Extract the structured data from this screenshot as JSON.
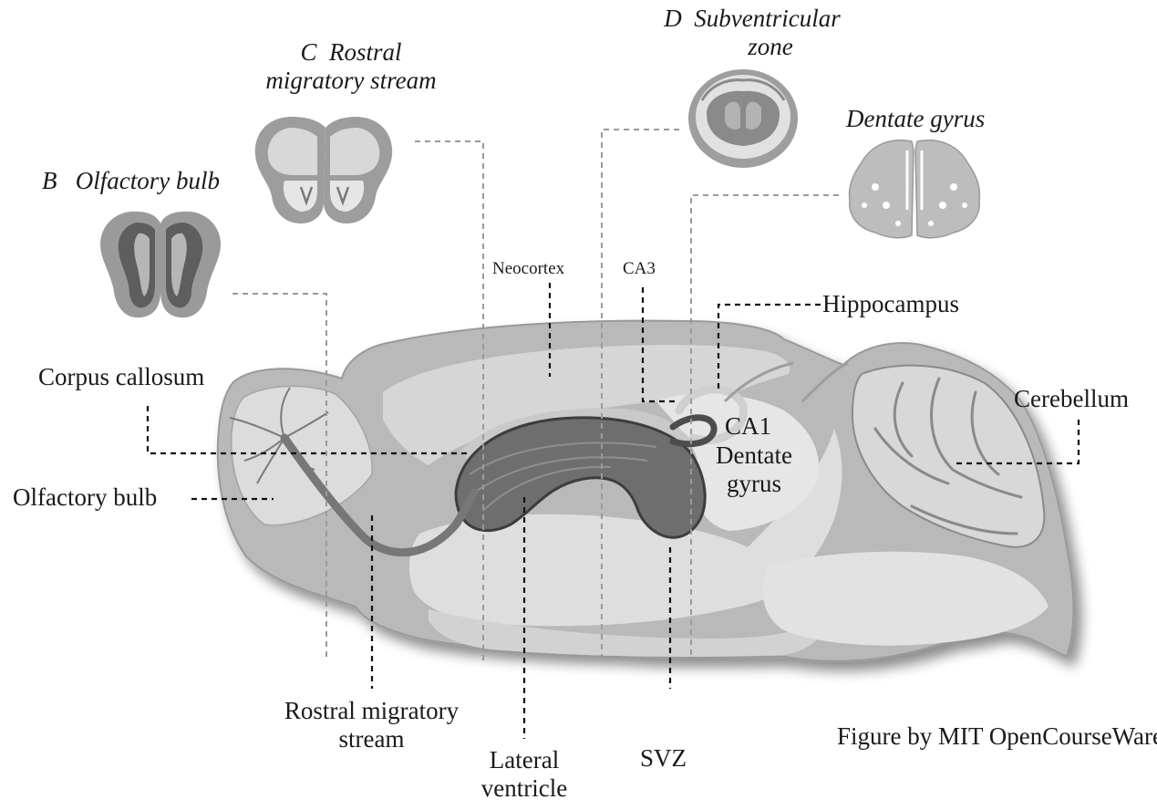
{
  "insets": {
    "b": {
      "letter": "B",
      "title": "Olfactory bulb"
    },
    "c": {
      "letter": "C",
      "title_line1": "Rostral",
      "title_line2": "migratory stream"
    },
    "d": {
      "letter": "D",
      "title_line1": "Subventricular",
      "title_line2": "zone"
    },
    "dg": {
      "title": "Dentate gyrus"
    }
  },
  "labels": {
    "neocortex": "Neocortex",
    "ca3": "CA3",
    "hippocampus": "Hippocampus",
    "corpus_callosum": "Corpus callosum",
    "cerebellum": "Cerebellum",
    "ca1": "CA1",
    "dentate_gyrus_line1": "Dentate",
    "dentate_gyrus_line2": "gyrus",
    "olfactory_bulb": "Olfactory bulb",
    "rms_line1": "Rostral migratory",
    "rms_line2": "stream",
    "lateral_ventricle_line1": "Lateral",
    "lateral_ventricle_line2": "ventricle",
    "svz": "SVZ"
  },
  "credit": "Figure by MIT OpenCourseWare.",
  "colors": {
    "brain_outer": "#b8b8b8",
    "brain_inner": "#d9d9d9",
    "ventricle": "#6f6f6f",
    "leader_dark": "#111111",
    "leader_light": "#9a9a9a"
  }
}
